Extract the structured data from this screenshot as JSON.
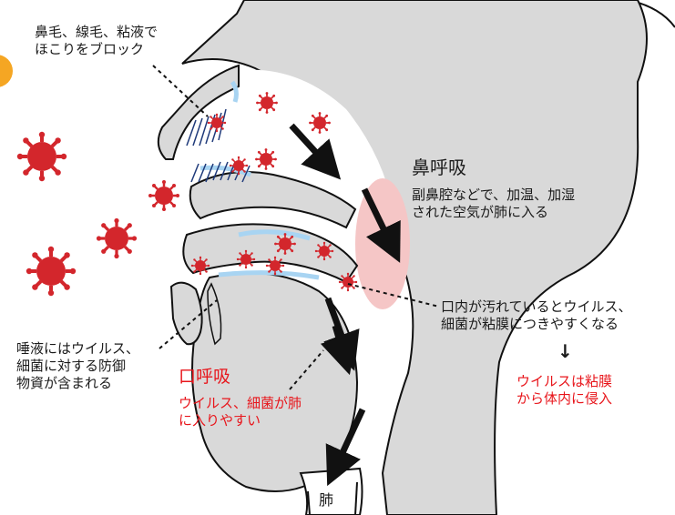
{
  "colors": {
    "tissue": "#d9d9d9",
    "outline": "#111111",
    "virus": "#d3262c",
    "mucus": "#a8d4f2",
    "pharynx_highlight": "#f5c6c6",
    "red_text": "#e8151b",
    "orange_dot": "#f5a623"
  },
  "labels": {
    "nose_filter": [
      "鼻毛、線毛、粘液で",
      "ほこりをブロック"
    ],
    "nose_breathing_title": "鼻呼吸",
    "nose_breathing_desc": [
      "副鼻腔などで、加温、加湿",
      "された空気が肺に入る"
    ],
    "mouth_dirty": [
      "口内が汚れているとウイルス、",
      "細菌が粘膜につきやすくなる"
    ],
    "arrow_down": "↓",
    "virus_invades": [
      "ウイルスは粘膜",
      "から体内に侵入"
    ],
    "saliva": [
      "唾液にはウイルス、",
      "細菌に対する防御",
      "物資が含まれる"
    ],
    "mouth_breathing_title": "口呼吸",
    "mouth_breathing_desc": [
      "ウイルス、細菌が肺",
      "に入りやすい"
    ],
    "lung": "肺"
  }
}
